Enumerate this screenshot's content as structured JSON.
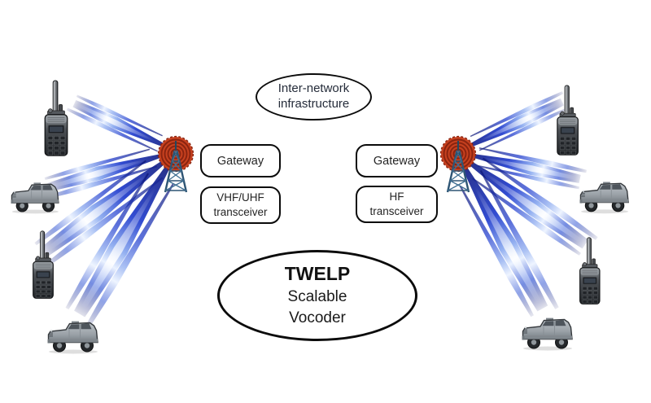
{
  "title": "TWELP scalable vocoder radio network diagram",
  "nodes": {
    "inter_network": {
      "line1": "Inter-network",
      "line2": "infrastructure"
    },
    "gateway_left": {
      "label": "Gateway"
    },
    "transceiver_left": {
      "line1": "VHF/UHF",
      "line2": "transceiver"
    },
    "gateway_right": {
      "label": "Gateway"
    },
    "transceiver_right": {
      "line1": "HF",
      "line2": "transceiver"
    },
    "vocoder": {
      "line1": "TWELP",
      "line2": "Scalable",
      "line3": "Vocoder"
    }
  },
  "icons": {
    "left_tower": "radio-tower-with-signal-waves",
    "right_tower": "radio-tower-with-signal-waves",
    "handheld_radios": [
      "top-left",
      "lower-left",
      "top-right",
      "lower-right"
    ],
    "military_vehicles": [
      "left",
      "bottom-left",
      "right",
      "bottom-right"
    ],
    "beams": "blue-radio-link-beams"
  },
  "colors": {
    "background": "#ffffff",
    "beam_dark": "#0b1473",
    "beam_mid": "#2742cf",
    "beam_core": "#e9f1ff",
    "signal_wave_red": "#c7411f",
    "signal_wave_ring": "#8a2410",
    "tower_steel": "#2e5574",
    "node_fill": "#ffffff",
    "node_border": "#0b0b0b",
    "node_text": "#252c3a",
    "device_gray": "#9aa1a7"
  }
}
